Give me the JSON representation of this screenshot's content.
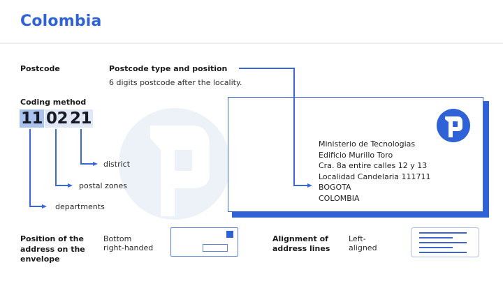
{
  "header": {
    "title": "Colombia"
  },
  "postcode": {
    "label": "Postcode",
    "type_heading": "Postcode type and position",
    "type_description": "6 digits postcode after the locality."
  },
  "coding": {
    "label": "Coding method",
    "digits": [
      "11",
      "02",
      "21"
    ],
    "parts": [
      {
        "digits": "21",
        "meaning": "district"
      },
      {
        "digits": "02",
        "meaning": "postal zones"
      },
      {
        "digits": "11",
        "meaning": "departments"
      }
    ]
  },
  "envelope": {
    "address_lines": [
      "Ministerio de Tecnologias",
      "Edificio Murillo Toro",
      "Cra. 8a entire calles 12 y 13",
      "Localidad Candelaria 111711",
      "BOGOTA",
      "COLOMBIA"
    ],
    "logo_icon": "postal-p-logo-icon"
  },
  "position": {
    "label": "Position of the address on the envelope",
    "label_lines": [
      "Position of the",
      "address on the",
      "envelope"
    ],
    "value_lines": [
      "Bottom",
      "right-handed"
    ],
    "icon": "envelope-layout-icon"
  },
  "alignment": {
    "label_lines": [
      "Alignment of",
      "address lines"
    ],
    "value_lines": [
      "Left-",
      "aligned"
    ],
    "icon": "left-align-icon"
  },
  "colors": {
    "accent": "#2f62d6",
    "line": "#3a68d8",
    "highlight_primary": "#a9c2ee",
    "highlight_secondary": "#e1e8f5",
    "watermark": "#edf1f8"
  }
}
